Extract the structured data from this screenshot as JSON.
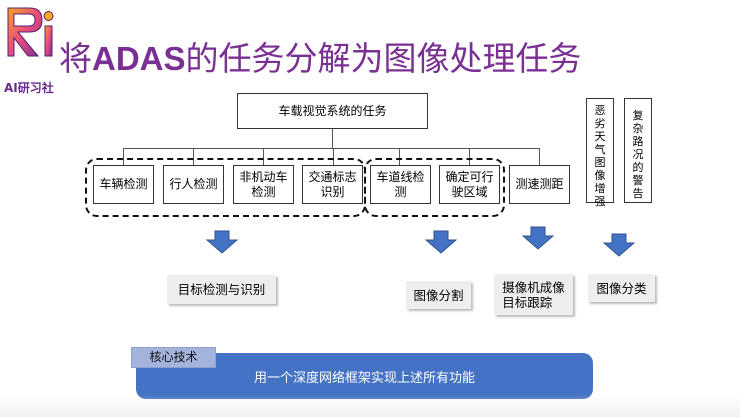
{
  "brand": {
    "logo_text": "AI研习社"
  },
  "title": {
    "prefix": "将",
    "acronym": "ADAS",
    "suffix": "的任务分解为图像处理任务"
  },
  "top_task": "车载视觉系统的任务",
  "tasks": [
    "车辆检测",
    "行人检测",
    "非机动车\n检测",
    "交通标志\n识别",
    "车道线检\n测",
    "确定可行\n驶区域",
    "测速测距"
  ],
  "side_tasks": [
    [
      "恶",
      "劣",
      "天",
      "气",
      "图",
      "像",
      "增",
      "强"
    ],
    [
      "复",
      "杂",
      "路",
      "况",
      "的",
      "警",
      "告"
    ]
  ],
  "results": [
    "目标检测与识别",
    "图像分割",
    "摄像机成像\n目标跟踪",
    "图像分类"
  ],
  "core_label": "核心技术",
  "core_text": "用一个深度网络框架实现上述所有功能",
  "colors": {
    "title": "#7a2f93",
    "arrow": "#4472c4",
    "core_bar": "#4472c4",
    "core_tag": "#a4b3dc"
  }
}
